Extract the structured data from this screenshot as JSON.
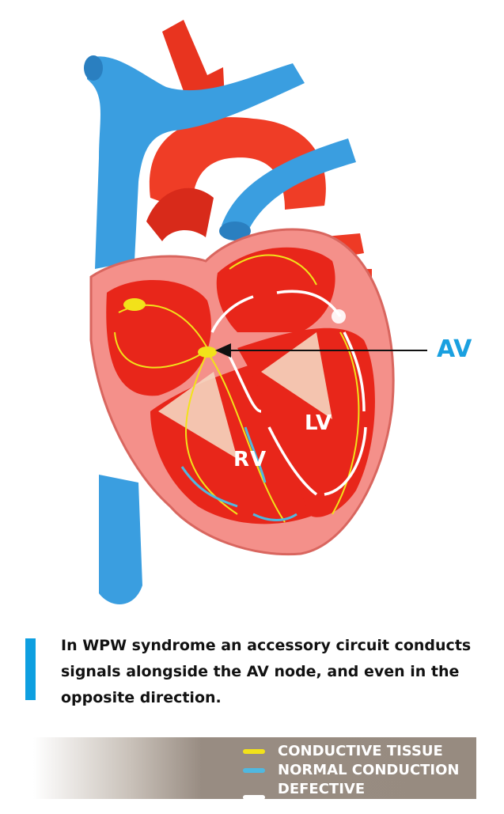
{
  "labels": {
    "rv": "RV",
    "lv": "LV",
    "av": "AV"
  },
  "caption": "In WPW syndrome an accessory circuit conducts signals alongside the AV node, and even in the opposite direction.",
  "legend": [
    {
      "label": "CONDUCTIVE TISSUE",
      "color": "#f2e21a"
    },
    {
      "label": "NORMAL CONDUCTION",
      "color": "#4fb8e0"
    },
    {
      "label": "DEFECTIVE CONDUCTION",
      "color": "#ffffff"
    }
  ],
  "colors": {
    "accent": "#0e9fe0",
    "vein": "#3a9ee0",
    "artery": "#ee3a25",
    "muscle": "#f4908a",
    "legend_bg": "#978b80"
  }
}
